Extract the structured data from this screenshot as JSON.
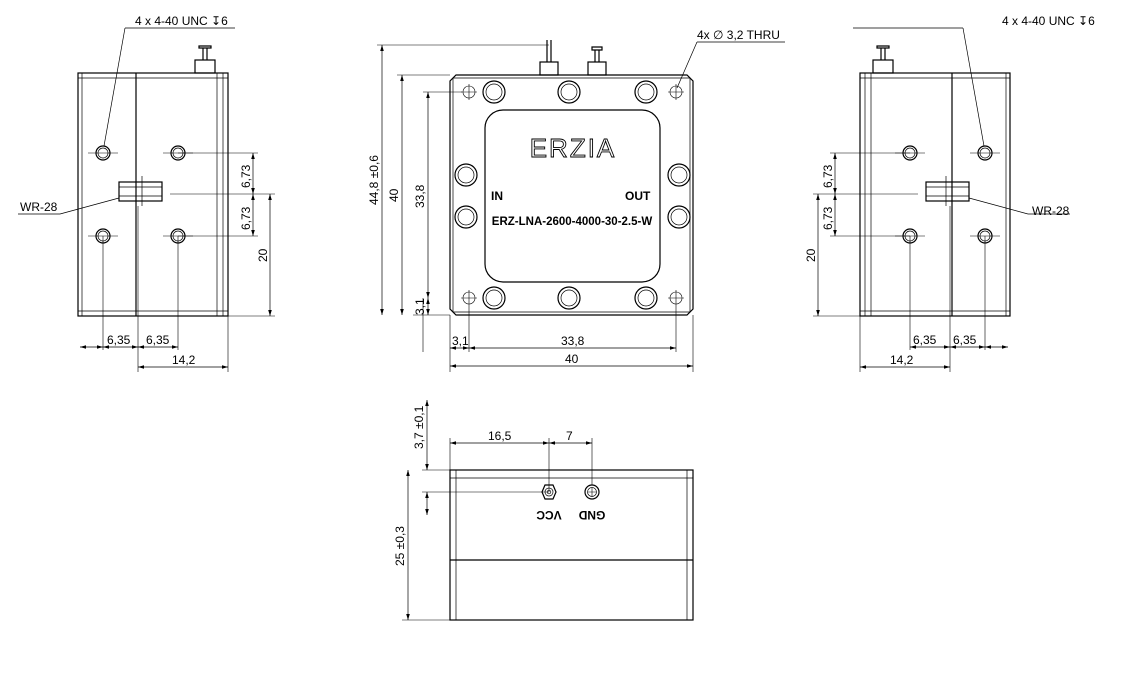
{
  "left_view": {
    "thread_note": "4 x 4-40 UNC ↧6",
    "waveguide_label": "WR-28",
    "dim_hole_up": "6,73",
    "dim_hole_down": "6,73",
    "dim_height": "20",
    "dim_left": "6,35",
    "dim_right": "6,35",
    "dim_width": "14,2"
  },
  "front_view": {
    "logo": "ERZIA",
    "in_label": "IN",
    "out_label": "OUT",
    "part_number": "ERZ-LNA-2600-4000-30-2.5-W",
    "hole_note": "4x ∅ 3,2 THRU",
    "dim_overall_height": "44,8 ±0,6",
    "dim_height": "40",
    "dim_hole_spacing_v": "33,8",
    "dim_hole_offset_v": "3,1",
    "dim_hole_offset_h": "3,1",
    "dim_hole_spacing_h": "33,8",
    "dim_width": "40"
  },
  "right_view": {
    "thread_note": "4 x 4-40 UNC ↧6",
    "waveguide_label": "WR-28",
    "dim_hole_up": "6,73",
    "dim_hole_down": "6,73",
    "dim_height": "20",
    "dim_left": "6,35",
    "dim_right": "6,35",
    "dim_width": "14,2"
  },
  "bottom_view": {
    "vcc_label": "VCC",
    "gnd_label": "GND",
    "dim_vcc_pos": "16,5",
    "dim_gnd_spacing": "7",
    "dim_connector_offset": "3,7 ±0,1",
    "dim_thickness": "25 ±0,3"
  }
}
